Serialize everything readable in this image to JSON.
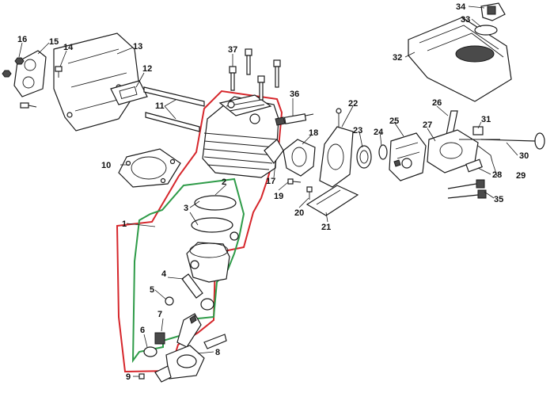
{
  "diagram": {
    "colors": {
      "outline_red": "#d6262b",
      "outline_green": "#2e9b48",
      "ink": "#1a1a1a"
    },
    "callouts": [
      {
        "id": "1",
        "label": "1",
        "part": "engine-assembly"
      },
      {
        "id": "2",
        "label": "2",
        "part": "piston-assembly"
      },
      {
        "id": "3",
        "label": "3",
        "part": "piston-rings"
      },
      {
        "id": "4",
        "label": "4",
        "part": "piston-pin"
      },
      {
        "id": "5",
        "label": "5",
        "part": "circlip"
      },
      {
        "id": "6",
        "label": "6",
        "part": "seal"
      },
      {
        "id": "7",
        "label": "7",
        "part": "needle-bearing"
      },
      {
        "id": "8",
        "label": "8",
        "part": "crankshaft"
      },
      {
        "id": "9",
        "label": "9",
        "part": "key"
      },
      {
        "id": "10",
        "label": "10",
        "part": "cylinder-gasket"
      },
      {
        "id": "11",
        "label": "11",
        "part": "studs"
      },
      {
        "id": "12",
        "label": "12",
        "part": "muffler-gasket"
      },
      {
        "id": "13",
        "label": "13",
        "part": "muffler-cover"
      },
      {
        "id": "14",
        "label": "14",
        "part": "screw"
      },
      {
        "id": "15",
        "label": "15",
        "part": "muffler-plate"
      },
      {
        "id": "16",
        "label": "16",
        "part": "nut"
      },
      {
        "id": "17",
        "label": "17",
        "part": "intake-gasket"
      },
      {
        "id": "18",
        "label": "18",
        "part": "intake-manifold"
      },
      {
        "id": "19",
        "label": "19",
        "part": "screw"
      },
      {
        "id": "20",
        "label": "20",
        "part": "screw"
      },
      {
        "id": "21",
        "label": "21",
        "part": "heat-shield"
      },
      {
        "id": "22",
        "label": "22",
        "part": "carburetor-plate"
      },
      {
        "id": "23",
        "label": "23",
        "part": "spacer"
      },
      {
        "id": "24",
        "label": "24",
        "part": "gasket"
      },
      {
        "id": "25",
        "label": "25",
        "part": "carburetor"
      },
      {
        "id": "26",
        "label": "26",
        "part": "stud"
      },
      {
        "id": "27",
        "label": "27",
        "part": "air-filter-base"
      },
      {
        "id": "28",
        "label": "28",
        "part": "choke-plate"
      },
      {
        "id": "29",
        "label": "29",
        "part": "rod"
      },
      {
        "id": "30",
        "label": "30",
        "part": "throttle-rod"
      },
      {
        "id": "31",
        "label": "31",
        "part": "bushing"
      },
      {
        "id": "32",
        "label": "32",
        "part": "air-filter"
      },
      {
        "id": "33",
        "label": "33",
        "part": "washer"
      },
      {
        "id": "34",
        "label": "34",
        "part": "knob"
      },
      {
        "id": "35",
        "label": "35",
        "part": "bolts"
      },
      {
        "id": "36",
        "label": "36",
        "part": "spark-plug"
      },
      {
        "id": "37",
        "label": "37",
        "part": "cylinder-bolts"
      }
    ]
  }
}
